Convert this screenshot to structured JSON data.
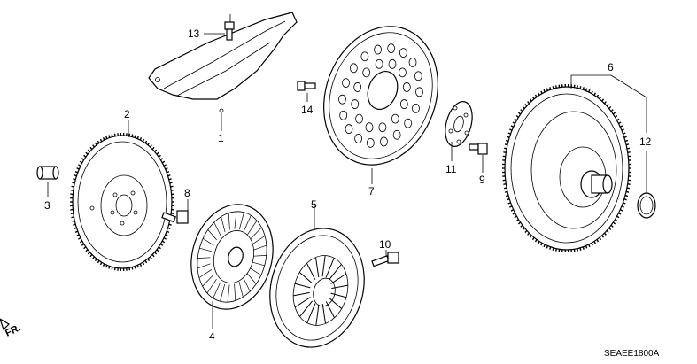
{
  "callouts": {
    "c1": "1",
    "c2": "2",
    "c3": "3",
    "c4": "4",
    "c5": "5",
    "c6": "6",
    "c7": "7",
    "c8": "8",
    "c9": "9",
    "c10": "10",
    "c11": "11",
    "c12": "12",
    "c13": "13",
    "c14": "14"
  },
  "diagram_code": "SEAEE1800A",
  "front_marker": "FR."
}
